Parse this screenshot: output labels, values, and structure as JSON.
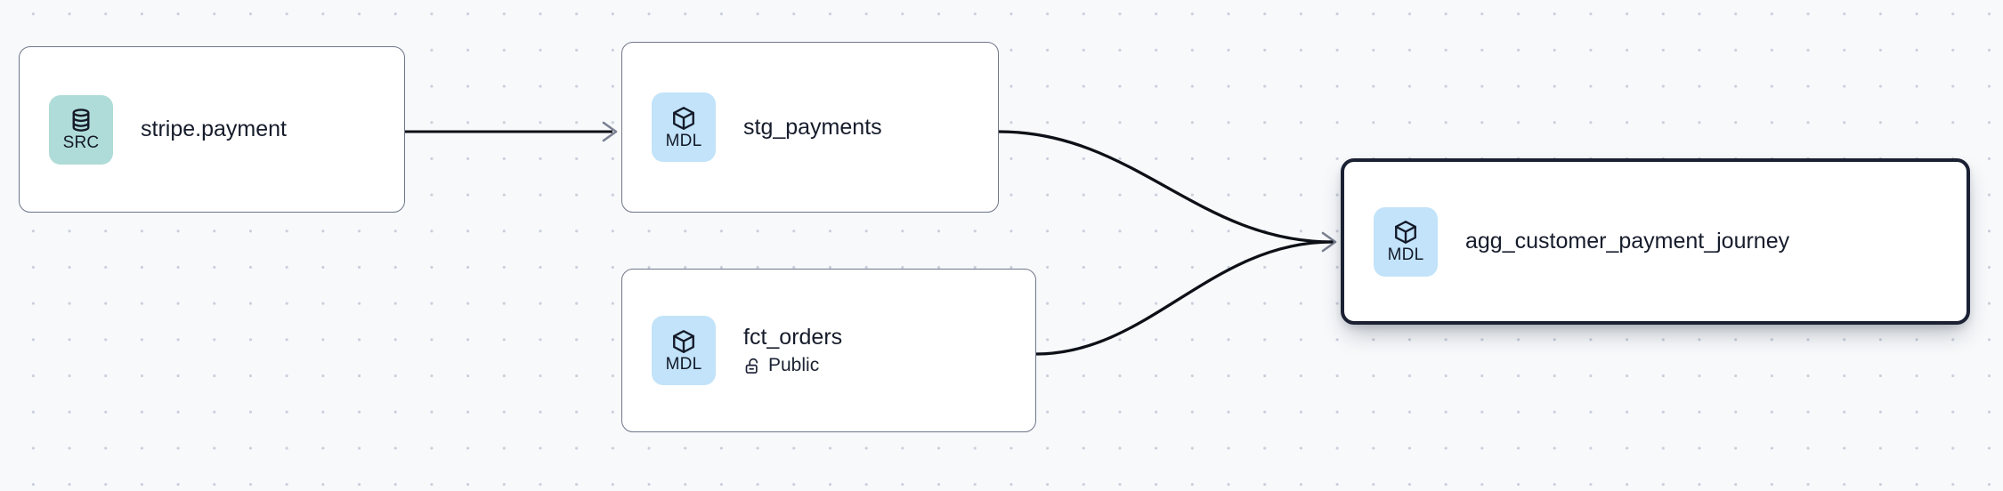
{
  "canvas": {
    "background_color": "#f7f9fb",
    "dot_color": "#c9cfdb",
    "type": "lineage-graph"
  },
  "graph": {
    "edge_color": "#0d1117",
    "arrow_color": "#7a8091",
    "nodes": [
      {
        "id": "stripe-payment",
        "title": "stripe.payment",
        "badge_label": "SRC",
        "badge_icon": "database-icon",
        "badge_color": "#afdcd8",
        "selected": false,
        "subtitle": null,
        "subtitle_icon": null
      },
      {
        "id": "stg-payments",
        "title": "stg_payments",
        "badge_label": "MDL",
        "badge_icon": "cube-icon",
        "badge_color": "#c2e3f9",
        "selected": false,
        "subtitle": null,
        "subtitle_icon": null
      },
      {
        "id": "fct-orders",
        "title": "fct_orders",
        "badge_label": "MDL",
        "badge_icon": "cube-icon",
        "badge_color": "#c2e3f9",
        "selected": false,
        "subtitle": "Public",
        "subtitle_icon": "unlock-icon"
      },
      {
        "id": "agg-customer-payment-journey",
        "title": "agg_customer_payment_journey",
        "badge_label": "MDL",
        "badge_icon": "cube-icon",
        "badge_color": "#c2e3f9",
        "selected": true,
        "subtitle": null,
        "subtitle_icon": null
      }
    ],
    "edges": [
      {
        "from": "stripe-payment",
        "to": "stg-payments",
        "style": "straight"
      },
      {
        "from": "stg-payments",
        "to": "agg-customer-payment-journey",
        "style": "bezier"
      },
      {
        "from": "fct-orders",
        "to": "agg-customer-payment-journey",
        "style": "bezier"
      }
    ]
  }
}
